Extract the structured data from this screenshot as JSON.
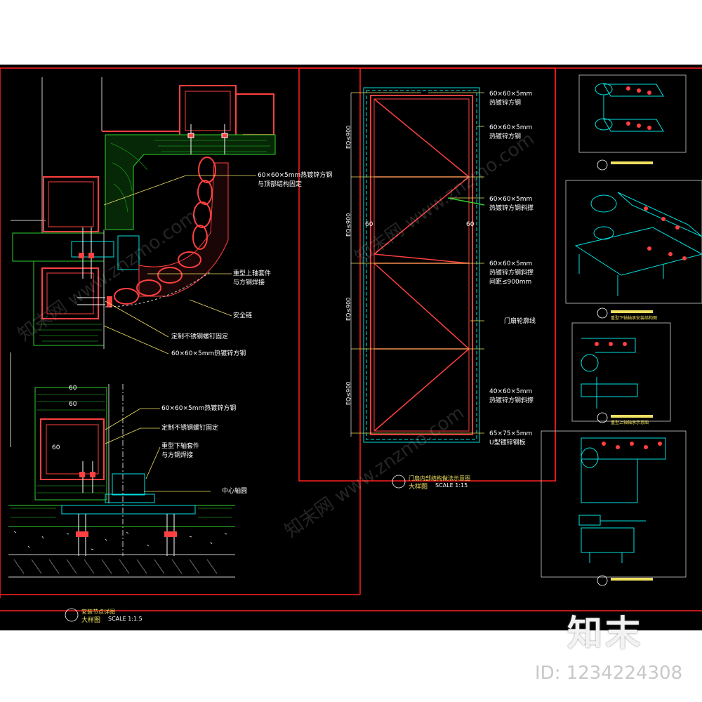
{
  "colors": {
    "background": "#000000",
    "frame": "#ff2020",
    "steel": "#ff4040",
    "cyan": "#00e0e0",
    "green": "#30d030",
    "yellow": "#f0e060",
    "white": "#ffffff"
  },
  "left_detail": {
    "labels": [
      "60×60×5mm热镀锌方钢\n与顶部结构固定",
      "重型上轴套件\n与方钢焊接",
      "安全链",
      "定制不锈钢螺钉固定",
      "60×60×5mm热镀锌方钢",
      "60×60×5mm热镀锌方钢",
      "定制不锈钢螺钉固定",
      "重型下轴套件\n与方钢焊接",
      "中心轴圆"
    ],
    "dimensions": [
      "60",
      "60",
      "60"
    ],
    "title": "安装节点详图",
    "subtitle": "大样图",
    "scale": "SCALE 1:1.5"
  },
  "center_detail": {
    "labels": [
      "60×60×5mm\n热镀锌方钢",
      "60×60×5mm\n热镀锌方钢",
      "60×60×5mm\n热镀锌方钢斜撑",
      "60×60×5mm\n热镀锌方钢斜撑\n间距≤900mm",
      "门扇轮廓线",
      "40×60×5mm\n热镀锌方钢斜撑",
      "65×75×5mm\nU型镀锌钢板"
    ],
    "eq_labels": [
      "EQ≤900",
      "EQ≤900",
      "EQ≤900",
      "EQ≤900"
    ],
    "dims": [
      "60",
      "60"
    ],
    "title": "门扇内部结构做法示意图",
    "subtitle": "大样图",
    "scale": "SCALE 1:15"
  },
  "right_details": {
    "titles": [
      "",
      "重型下轴轴承安装结构图",
      "重型上轴轴承示意图",
      ""
    ]
  },
  "watermark": {
    "logo": "知末",
    "id": "ID: 1234224308"
  }
}
